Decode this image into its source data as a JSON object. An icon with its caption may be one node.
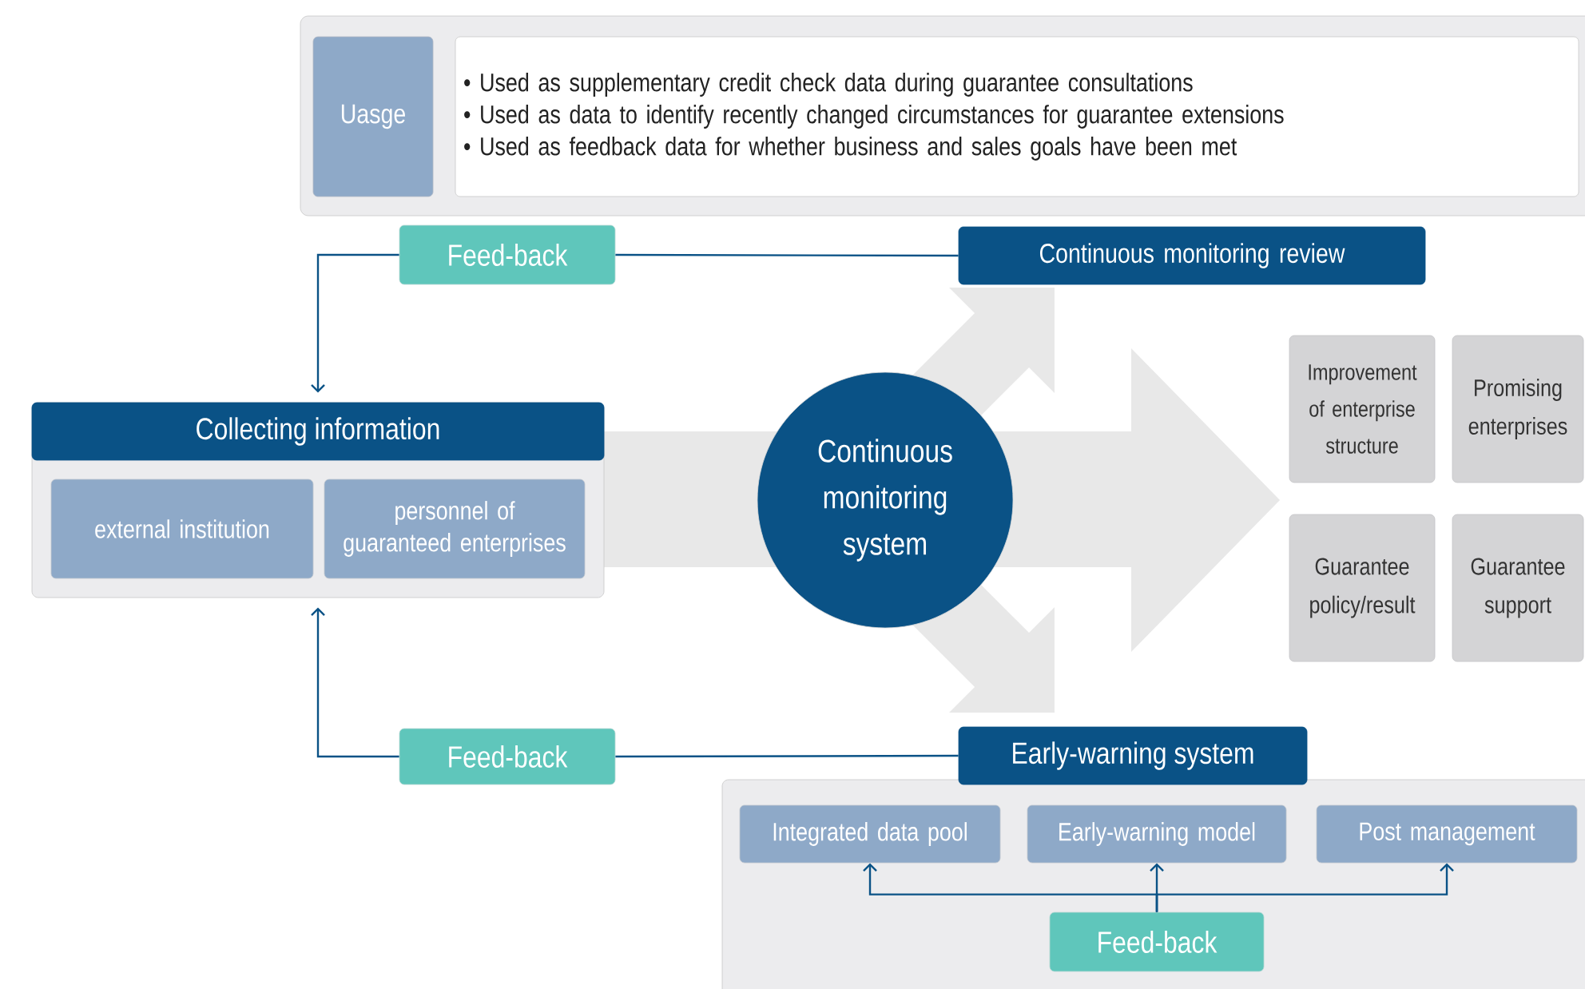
{
  "diagram": {
    "nodes": [
      {
        "text": [
          "Uasge"
        ]
      },
      {
        "text": [
          "• Used as supplementary credit check data during guarantee consultations",
          "• Used as data to identify recently changed circumstances for guarantee extensions",
          "• Used as feedback data for whether business and sales goals have been met"
        ]
      },
      {
        "text": [
          "Feed-back"
        ]
      },
      {
        "text": [
          "Continuous monitoring review"
        ]
      },
      {
        "text": [
          "Collecting information"
        ]
      },
      {
        "text": [
          "external institution"
        ],
        "in": 4
      },
      {
        "text": [
          "personnel of guaranteed enterprises"
        ],
        "in": 4
      },
      {
        "text": [
          "Continuous monitoring system"
        ]
      },
      {
        "text": [
          "Improvement of enterprise structure"
        ]
      },
      {
        "text": [
          "Promising enterprises"
        ]
      },
      {
        "text": [
          "Guarantee policy/result"
        ]
      },
      {
        "text": [
          "Guarantee support"
        ]
      },
      {
        "text": [
          "Feed-back"
        ]
      },
      {
        "text": [
          "Early-warning system"
        ]
      },
      {
        "text": [
          "Integrated data pool"
        ],
        "in": 13
      },
      {
        "text": [
          "Early-warning model"
        ],
        "in": 13
      },
      {
        "text": [
          "Post management"
        ],
        "in": 13
      },
      {
        "text": [
          "Feed-back"
        ],
        "in": 13
      }
    ],
    "edges": [
      {
        "from": 2,
        "to": 4,
        "arrow": "to"
      },
      {
        "from": 3,
        "to": 2,
        "arrow": "none"
      },
      {
        "from": 12,
        "to": 4,
        "arrow": "to"
      },
      {
        "from": 13,
        "to": 12,
        "arrow": "none"
      },
      {
        "from": 17,
        "to": 14,
        "arrow": "to"
      },
      {
        "from": 17,
        "to": 15,
        "arrow": "to"
      },
      {
        "from": 17,
        "to": 16,
        "arrow": "to"
      }
    ]
  }
}
